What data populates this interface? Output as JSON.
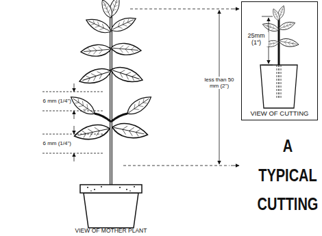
{
  "diagram": {
    "title": "A TYPICAL CUTTING",
    "nodes": [
      {
        "text": [
          "25mm (1\")",
          "VIEW OF CUTTING"
        ]
      }
    ],
    "labels": [
      "6 mm (1/4\")",
      "6 mm (1/4\")",
      "less than 50 mm (2\")",
      "VIEW OF MOTHER PLANT"
    ]
  }
}
